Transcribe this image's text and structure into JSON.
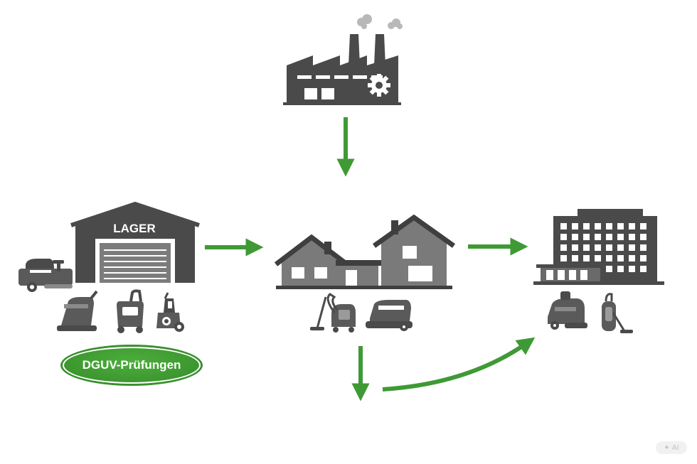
{
  "warehouse": {
    "label": "LAGER"
  },
  "badge": {
    "label": "DGUV-Prüfungen"
  },
  "watermark": {
    "label": "✦ AI"
  },
  "colors": {
    "icon": "#4a4a4a",
    "icon_light": "#7a7a7a",
    "arrow": "#3f9a35",
    "badge": "#3c962f"
  },
  "nodes": [
    {
      "icon": "factory-icon"
    },
    {
      "icon": "warehouse-icon"
    },
    {
      "icon": "houses-icon"
    },
    {
      "icon": "office-building-icon"
    }
  ]
}
